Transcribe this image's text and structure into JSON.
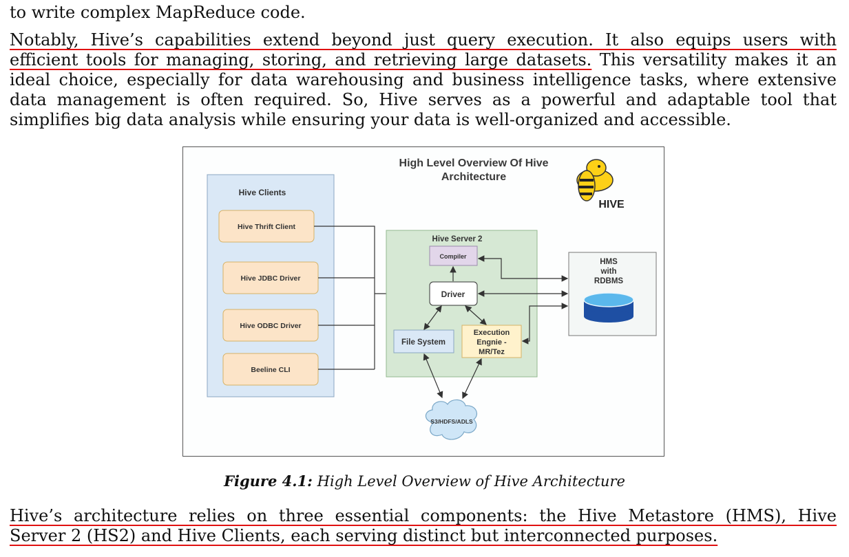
{
  "paragraphs": {
    "p0_line0": "to write complex MapReduce code.",
    "p1_line0": "Notably, Hive’s capabilities extend beyond just query execution. It also equips users with",
    "p1_line1_underlined": "efficient tools for managing, storing, and retrieving large datasets.",
    "p1_line1_rest": " This versatility makes it an",
    "p1_line2": "ideal choice, especially for data warehousing and business intelligence tasks, where extensive",
    "p1_line3": "data management is often required. So, Hive serves as a powerful and adaptable tool that",
    "p1_line4": "simplifies big data analysis while ensuring your data is well-organized and accessible.",
    "p2_line0": "Hive’s architecture relies on three essential components: the Hive Metastore (HMS), Hive",
    "p2_line1": "Server 2 (HS2) and Hive Clients, each serving distinct but interconnected purposes."
  },
  "figure": {
    "title_line1": "High Level Overview Of Hive",
    "title_line2": "Architecture",
    "logo_text": "HIVE",
    "clients": {
      "title": "Hive Clients",
      "items": [
        "Hive Thrift Client",
        "Hive JDBC Driver",
        "Hive ODBC Driver",
        "Beeline CLI"
      ]
    },
    "server": {
      "title": "Hive Server 2",
      "compiler": "Compiler",
      "driver": "Driver",
      "file_system": "File System",
      "exec_line1": "Execution",
      "exec_line2": "Engnie -",
      "exec_line3": "MR/Tez"
    },
    "hms": {
      "line1": "HMS",
      "line2": "with",
      "line3": "RDBMS"
    },
    "storage": "S3/HDFS/ADLS",
    "colors": {
      "clients_bg": "#dae8f6",
      "client_item": "#fce4c8",
      "server_bg": "#d6e8d4",
      "compiler": "#e2d6ea",
      "file_system": "#dae8f6",
      "exec": "#fff2cc",
      "hms_bg": "#f4f7f6",
      "cylinder": "#1e4fa3",
      "underline": "#e01010"
    }
  },
  "caption": {
    "label": "Figure 4.1:",
    "text": " High Level Overview of Hive Architecture"
  }
}
